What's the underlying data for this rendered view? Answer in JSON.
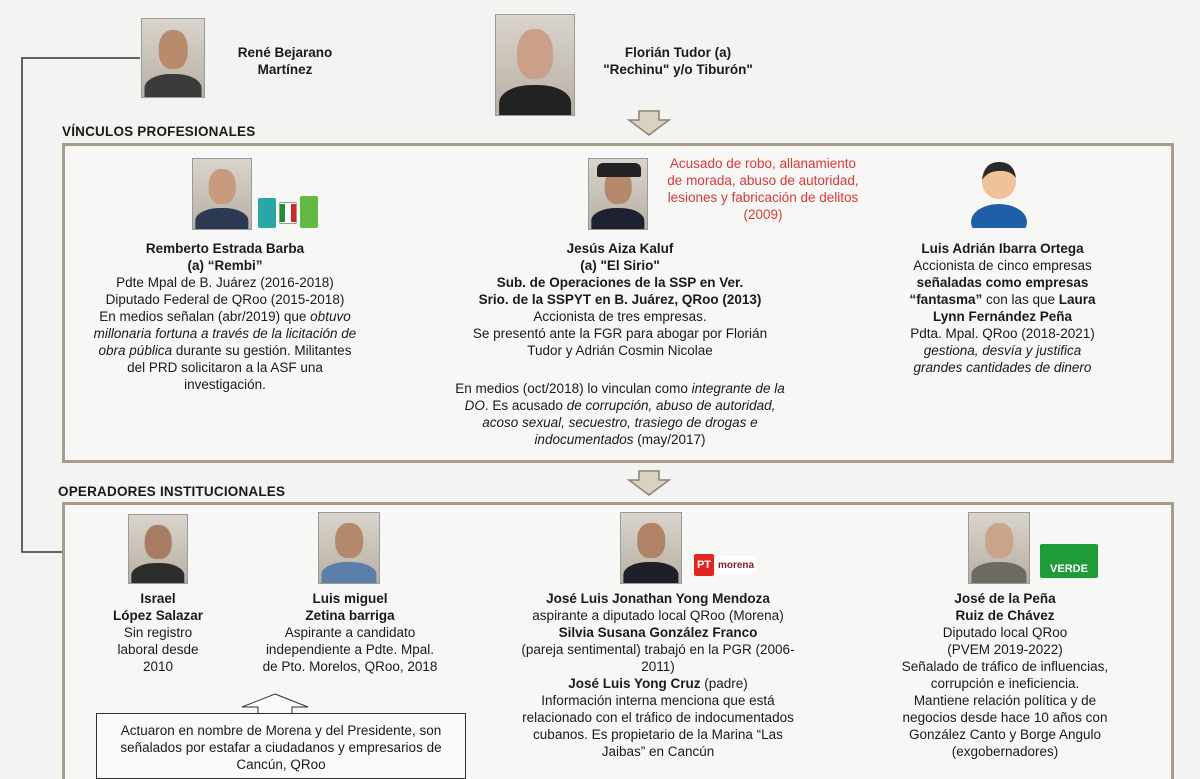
{
  "top": {
    "person1": {
      "name_l1": "René Bejarano",
      "name_l2": "Martínez"
    },
    "person2": {
      "name_l1": "Florián Tudor (a)",
      "name_l2": "\"Rechinu\" y/o Tiburón\""
    }
  },
  "sections": {
    "profesionales": "VÍNCULOS PROFESIONALES",
    "operadores": "OPERADORES INSTITUCIONALES"
  },
  "profesionales": {
    "remberto": {
      "name": "Remberto Estrada Barba",
      "alias": "(a) “Rembi”",
      "l1": "Pdte Mpal de B. Juárez (2016-2018)",
      "l2": "Diputado Federal de QRoo (2015-2018)",
      "l3a": "En medios señalan (abr/2019) que ",
      "l3b": "obtuvo",
      "l4": "millonaria fortuna a través de la licitación de",
      "l5a": "obra pública",
      "l5b": " durante su gestión. Militantes",
      "l6": "del PRD solicitaron a la ASF una",
      "l7": "investigación."
    },
    "jesus": {
      "accused_l1": "Acusado de robo, allanamiento",
      "accused_l2": "de morada,  abuso de autoridad,",
      "accused_l3": "lesiones y fabricación de delitos",
      "accused_l4": "(2009)",
      "name": "Jesús Aiza Kaluf",
      "alias": "(a) \"El Sirio\"",
      "role1": "Sub. de Operaciones de la SSP en Ver.",
      "role2": "Srio. de la SSPYT en B. Juárez, QRoo (2013)",
      "l1": "Accionista de tres empresas.",
      "l2": "Se presentó ante la FGR para abogar por Florián",
      "l3": "Tudor y Adrián Cosmin Nicolae",
      "m1a": "En medios (oct/2018) lo vinculan como ",
      "m1b": "integrante de la",
      "m2a": "DO",
      "m2b": ". Es acusado ",
      "m2c": "de corrupción, abuso de autoridad,",
      "m3": "acoso sexual,  secuestro, trasiego de drogas e",
      "m4a": "indocumentados",
      "m4b": " (may/2017)"
    },
    "luis": {
      "name": "Luis Adrián Ibarra Ortega",
      "l1": "Accionista de cinco empresas",
      "l2": "señaladas como empresas",
      "l3a": "“fantasma”",
      "l3b": " con las que ",
      "l3c": "Laura",
      "l4": "Lynn Fernández Peña",
      "l5": "Pdta. Mpal. QRoo (2018-2021)",
      "l6": "gestiona, desvía y justifica",
      "l7": "grandes cantidades de dinero"
    }
  },
  "operadores": {
    "israel": {
      "n1": "Israel",
      "n2": "López Salazar",
      "l1": "Sin registro",
      "l2": "laboral desde",
      "l3": "2010"
    },
    "luism": {
      "n1": "Luis miguel",
      "n2": "Zetina barriga",
      "l1": "Aspirante a candidato",
      "l2": "independiente a Pdte. Mpal.",
      "l3": "de Pto. Morelos, QRoo, 2018"
    },
    "yong": {
      "name": "José Luis Jonathan Yong Mendoza",
      "l1": "aspirante a diputado local QRoo (Morena)",
      "n2": "Silvia Susana González Franco",
      "l2": "(pareja sentimental) trabajó en la PGR (2006-",
      "l3": "2011)",
      "n3a": "José Luis Yong Cruz",
      "n3b": " (padre)",
      "l4": "Información interna menciona que está",
      "l5": "relacionado con el tráfico de indocumentados",
      "l6": "cubanos. Es propietario de la Marina “Las",
      "l7": "Jaibas” en Cancún"
    },
    "pena": {
      "n1": "José de la Peña",
      "n2": "Ruiz de Chávez",
      "l1": "Diputado local QRoo",
      "l2": "(PVEM 2019-2022)",
      "l3": "Señalado de tráfico de influencias,",
      "l4": "corrupción e ineficiencia.",
      "l5": "Mantiene relación política y de",
      "l6": "negocios desde hace 10 años con",
      "l7": "González Canto y Borge Angulo",
      "l8": "(exgobernadores)"
    },
    "bubble": {
      "l1": "Actuaron en nombre de Morena y del Presidente, son",
      "l2": "señalados por estafar a ciudadanos  y empresarios de",
      "l3": "Cancún, QRoo"
    }
  },
  "logos": {
    "pt": "PT",
    "morena": "morena",
    "verde": "VERDE"
  }
}
